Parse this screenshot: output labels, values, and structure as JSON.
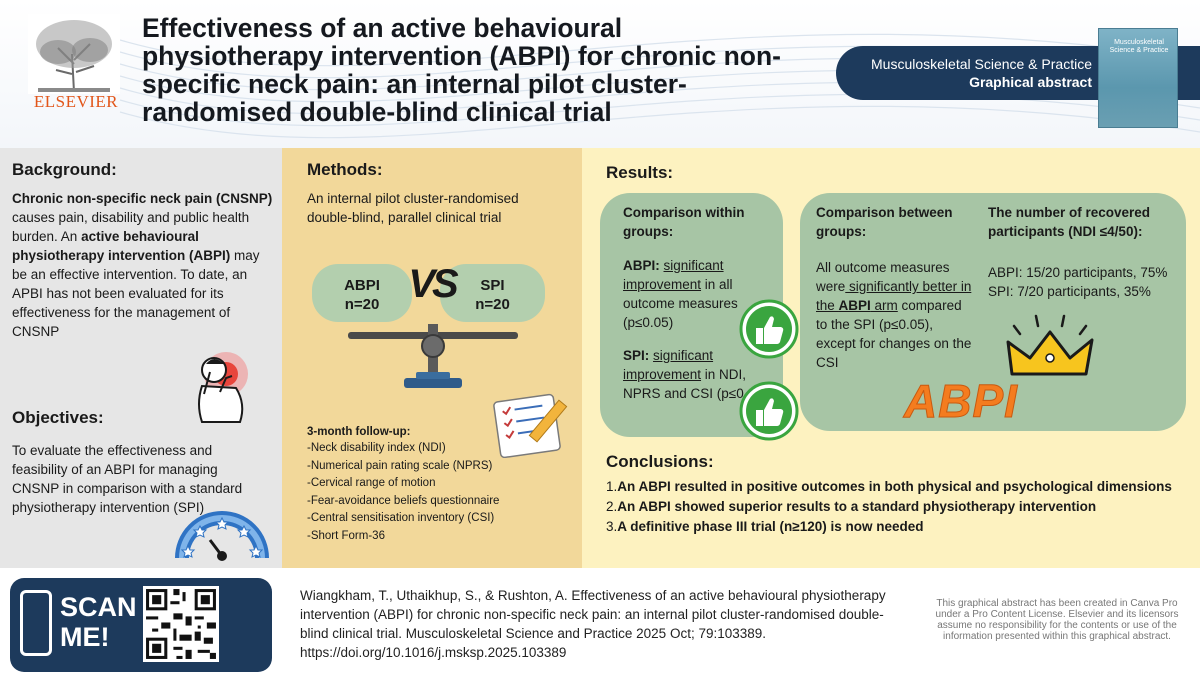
{
  "header": {
    "logo_text": "ELSEVIER",
    "title": "Effectiveness of an active behavioural physiotherapy intervention (ABPI) for chronic non-specific neck pain: an internal pilot cluster-randomised double-blind clinical trial",
    "journal_name": "Musculoskeletal Science & Practice",
    "journal_label": "Graphical abstract",
    "cover_title": "Musculoskeletal Science & Practice"
  },
  "background": {
    "heading": "Background:",
    "bold1": "Chronic non-specific neck pain (CNSNP)",
    "text1": " causes pain, disability and public health burden. An ",
    "bold2": "active behavioural physiotherapy intervention (ABPI)",
    "text2": " may be an effective intervention. To date, an APBI has not been evaluated for its effectiveness for the management of CNSNP"
  },
  "objectives": {
    "heading": "Objectives:",
    "text": "To evaluate the effectiveness and feasibility of an ABPI for managing CNSNP in comparison with a standard physiotherapy intervention (SPI)"
  },
  "methods": {
    "heading": "Methods:",
    "text": "An internal pilot cluster-randomised double-blind, parallel clinical trial",
    "abpi_label": "ABPI",
    "abpi_n": "n=20",
    "vs": "VS",
    "spi_label": "SPI",
    "spi_n": "n=20",
    "followup_heading": "3-month follow-up:",
    "followup_items": [
      "-Neck disability index (NDI)",
      "-Numerical pain rating scale (NPRS)",
      "-Cervical range of motion",
      "-Fear-avoidance beliefs questionnaire",
      "-Central sensitisation inventory (CSI)",
      "-Short Form-36"
    ]
  },
  "results": {
    "heading": "Results:",
    "within": {
      "heading": "Comparison within groups:",
      "abpi_label": "ABPI:",
      "abpi_ul": "significant improvement",
      "abpi_rest": " in all outcome measures (p≤0.05)",
      "spi_label": "SPI:",
      "spi_ul": "significant improvement",
      "spi_rest": " in NDI, NPRS and CSI (p≤0.05)"
    },
    "between": {
      "heading": "Comparison between groups:",
      "text1": "All outcome measures were",
      "ul1": " significantly better in the ",
      "ul_bold": "ABPI",
      "ul2": " arm",
      "text2": " compared to the SPI (p≤0.05), except for changes on the CSI"
    },
    "recovered": {
      "heading": "The number of recovered participants (NDI ≤4/50):",
      "abpi": "ABPI: 15/20 participants, 75%",
      "spi": "SPI: 7/20 participants, 35%"
    },
    "winner": "ABPI"
  },
  "conclusions": {
    "heading": "Conclusions:",
    "items": [
      "An ABPI resulted in positive outcomes in both physical and psychological dimensions",
      "An ABPI showed superior results to a standard physiotherapy intervention",
      "A definitive phase III trial (n≥120) is now needed"
    ]
  },
  "footer": {
    "scan_text": "SCAN ME!",
    "citation": "Wiangkham, T., Uthaikhup, S., & Rushton, A. Effectiveness of an active behavioural physiotherapy intervention (ABPI) for chronic non-specific neck pain: an internal pilot cluster-randomised double-blind clinical trial. Musculoskeletal Science and Practice 2025 Oct; 79:103389. https://doi.org/10.1016/j.msksp.2025.103389",
    "disclaimer": "This graphical abstract has been created in Canva Pro under a Pro Content License. Elsevier and its licensors assume no responsibility for the contents or use of the information presented within this graphical abstract."
  },
  "colors": {
    "navy": "#1d3a5c",
    "green": "#a7c5a5",
    "tan": "#f2d89a",
    "cream": "#fdf2c0",
    "orange": "#f47c1f",
    "thumb_green": "#3aa53f"
  }
}
